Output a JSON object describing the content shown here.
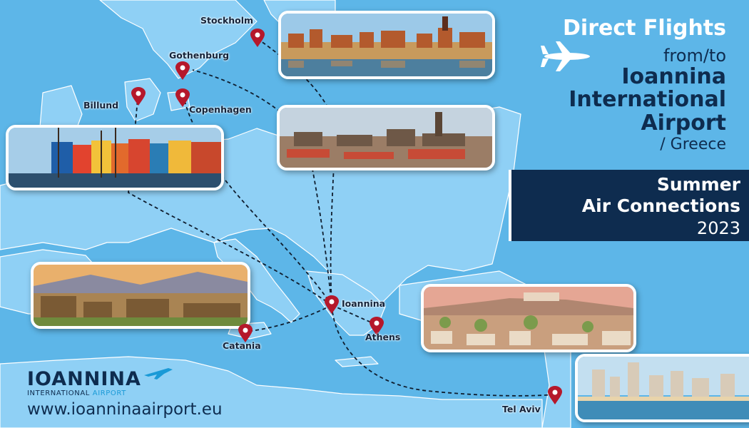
{
  "header": {
    "line1": "Direct Flights",
    "line2": "from/to",
    "line3": "Ioannina",
    "line4": "International",
    "line5": "Airport",
    "line6": "/ Greece"
  },
  "banner": {
    "line1": "Summer",
    "line2": "Air Connections",
    "line3": "2023"
  },
  "cities": {
    "stockholm": "Stockholm",
    "gothenburg": "Gothenburg",
    "billund": "Billund",
    "copenhagen": "Copenhagen",
    "ioannina": "Ioannina",
    "athens": "Athens",
    "catania": "Catania",
    "tel_aviv": "Tel Aviv"
  },
  "logo": {
    "name": "IOANNINA",
    "subtitle_part1": "INTERNATIONAL",
    "subtitle_part2": "AIRPORT",
    "website": "www.ioanninaairport.eu"
  },
  "colors": {
    "sea": "#5db6e8",
    "land": "#8fd0f5",
    "navy": "#0e2c4f",
    "pin": "#b5182b",
    "logo_blue": "#1a9ad7"
  },
  "icons": [
    "airplane-icon",
    "map-pin-icon",
    "airplane-logo-icon"
  ]
}
